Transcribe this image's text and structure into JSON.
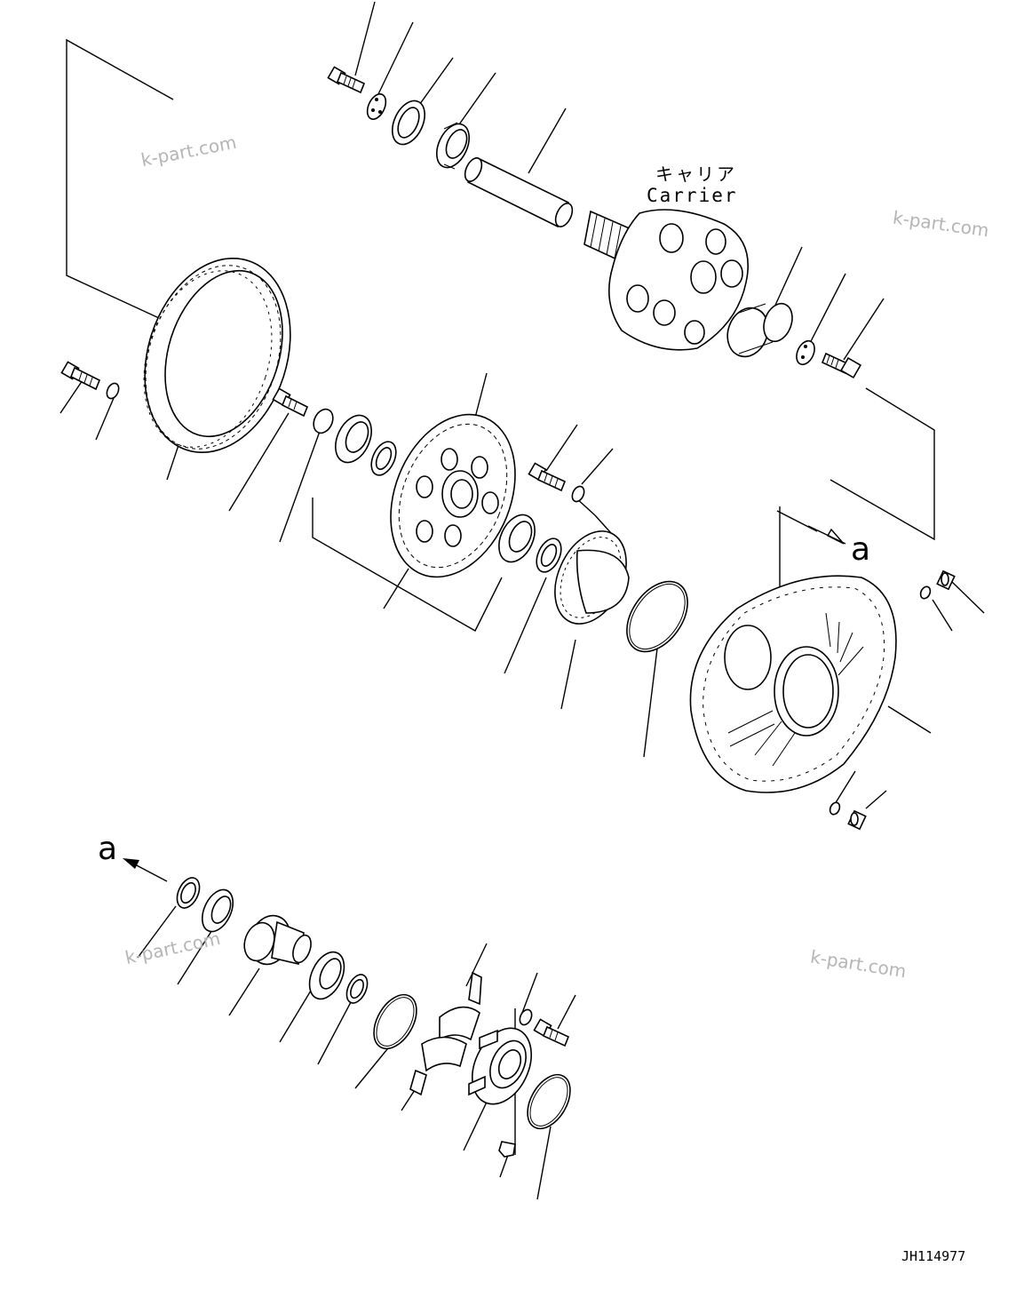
{
  "labels": {
    "carrier_jp": "キャリア",
    "carrier_en": "Carrier",
    "view_ref_upper": "a",
    "view_ref_lower": "a",
    "drawing_number": "JH114977"
  },
  "watermarks": [
    "k-part.com",
    "k-part.com",
    "k-part.com",
    "k-part.com"
  ],
  "colors": {
    "line": "#000000",
    "watermark": "#b5b5b5",
    "background": "#ffffff"
  }
}
